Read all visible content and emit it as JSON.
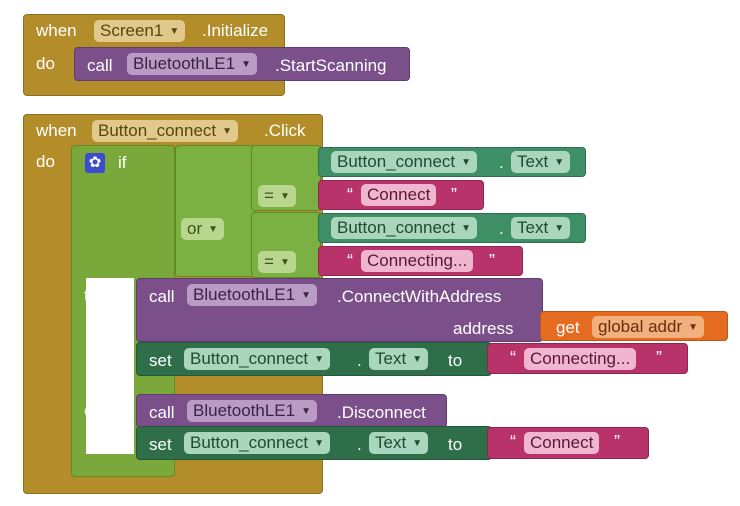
{
  "init_event": {
    "when": "when",
    "component": "Screen1",
    "event": ".Initialize",
    "do": "do",
    "call": "call",
    "call_component": "BluetoothLE1",
    "call_method": ".StartScanning"
  },
  "click_event": {
    "when": "when",
    "component": "Button_connect",
    "event": ".Click",
    "do": "do",
    "if": "if",
    "then": "then",
    "else": "else",
    "or_op": "or",
    "cmp1": {
      "component": "Button_connect",
      "dot": ".",
      "prop": "Text",
      "op": "=",
      "q_open": "“",
      "string": "Connect",
      "q_close": "”"
    },
    "cmp2": {
      "component": "Button_connect",
      "dot": ".",
      "prop": "Text",
      "op": "=",
      "q_open": "“",
      "string": "Connecting...",
      "q_close": "”"
    },
    "then_call": {
      "call": "call",
      "component": "BluetoothLE1",
      "method": ".ConnectWithAddress",
      "param": "address",
      "get": "get",
      "var": "global addr"
    },
    "then_set": {
      "set": "set",
      "component": "Button_connect",
      "dot": ".",
      "prop": "Text",
      "to": "to",
      "q_open": "“",
      "string": "Connecting...",
      "q_close": "”"
    },
    "else_call": {
      "call": "call",
      "component": "BluetoothLE1",
      "method": ".Disconnect"
    },
    "else_set": {
      "set": "set",
      "component": "Button_connect",
      "dot": ".",
      "prop": "Text",
      "to": "to",
      "q_open": "“",
      "string": "Connect",
      "q_close": "”"
    }
  },
  "colors": {
    "event": "#b38d2a",
    "control": "#7aa83a",
    "component_method": "#7b4f8a",
    "component_property": "#3f8f66",
    "setter": "#2e6f4a",
    "text": "#b7336a",
    "variable": "#e46b1f",
    "mutator": "#3d4bd1"
  }
}
